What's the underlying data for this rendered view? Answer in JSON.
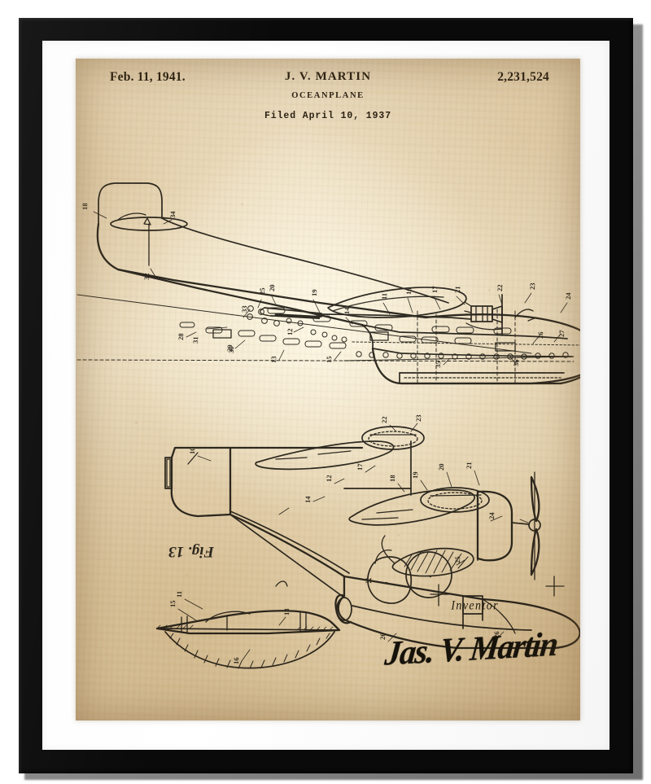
{
  "poster": {
    "type": "framed-patent-print",
    "frame_color": "#0a0a0a",
    "mat_color": "#ffffff",
    "paper_color": "#e6d5b4",
    "ink_color": "#14110b"
  },
  "header": {
    "date": "Feb. 11, 1941.",
    "inventor_name": "J. V. MARTIN",
    "patent_number": "2,231,524",
    "title": "OCEANPLANE",
    "filed": "Filed April 10, 1937"
  },
  "figures": [
    {
      "id": "fig-top",
      "caption": "",
      "description": "Side elevation of flying-boat hull with vertical tail fin, cabin windows, portholes, wing and engine nacelle"
    },
    {
      "id": "fig-bottom",
      "caption": "Fig. 13",
      "caption_rotated": true,
      "description": "Plan / three-quarter view of oceanplane showing wing, pusher propeller, engine nacelle and wing float"
    }
  ],
  "reference_numerals": {
    "fig_top": [
      "18",
      "34",
      "32",
      "31",
      "30",
      "33",
      "25",
      "20",
      "19",
      "12",
      "14",
      "11",
      "16",
      "17",
      "21",
      "22",
      "23",
      "24",
      "26",
      "27",
      "28",
      "29",
      "13",
      "15",
      "35",
      "36"
    ],
    "fig_bottom": [
      "10",
      "15",
      "11",
      "16",
      "13",
      "14",
      "12",
      "17",
      "18",
      "19",
      "20",
      "21",
      "22",
      "23",
      "24",
      "25",
      "26"
    ]
  },
  "signature": {
    "label": "Inventor",
    "name": "Jas. V. Martin"
  }
}
